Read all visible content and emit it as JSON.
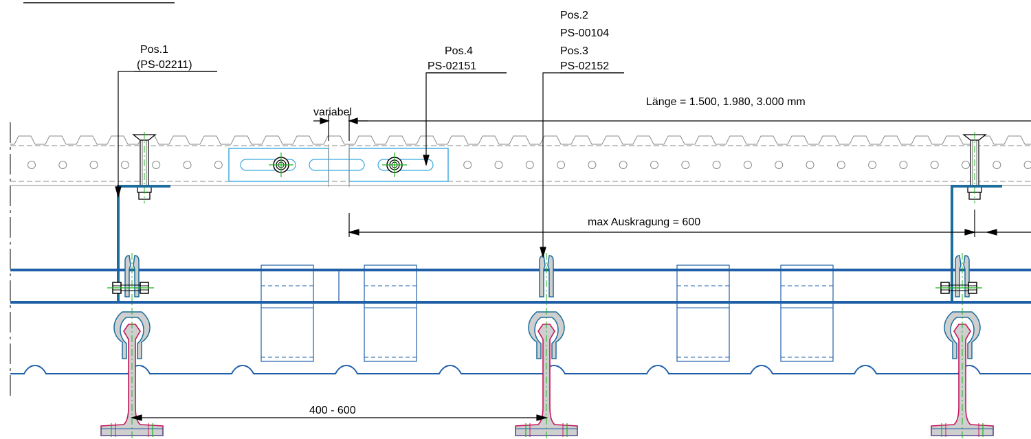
{
  "labels": {
    "pos1_line1": "Pos.1",
    "pos1_line2": "(PS-02211)",
    "pos4_line1": "Pos.4",
    "pos4_line2": "PS-02151",
    "pos2_line1": "Pos.2",
    "pos2_line2": "PS-00104",
    "pos3_line1": "Pos.3",
    "pos3_line2": "PS-02152",
    "variabel": "variabel",
    "laenge": "Länge = 1.500, 1.980, 3.000 mm",
    "auskragung": "max Auskragung = 600",
    "spacing": "400 - 600"
  },
  "colors": {
    "rail": "#1f5fa8",
    "bracket": "#1b6d9c",
    "connector": "#35a7e0",
    "purlin": "#c2185b",
    "centerline": "#19b419",
    "clamp_fill": "#cfcfcf",
    "dimension": "#000000"
  }
}
